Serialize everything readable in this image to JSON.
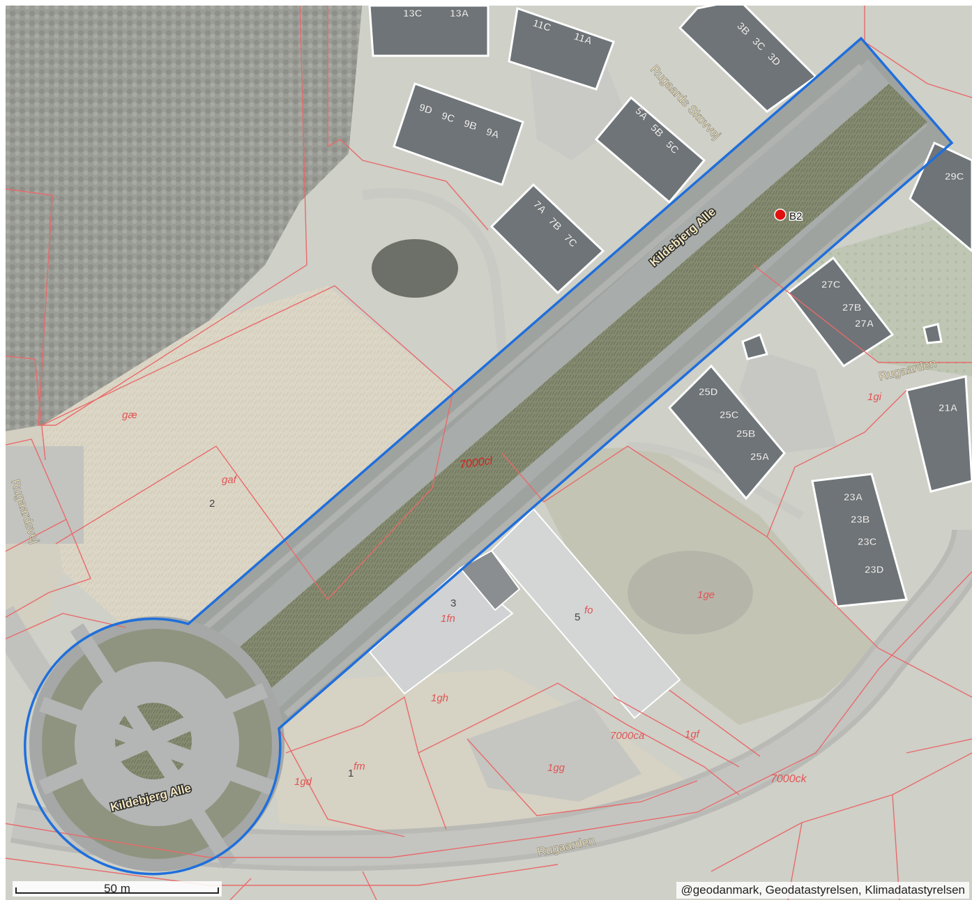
{
  "map": {
    "attribution": "@geodanmark, Geodatastyrelsen, Klimadatastyrelsen",
    "scale_label": "50 m",
    "colors": {
      "selection_outline": "#1f6fdb",
      "parcel_line": "#e86a6a",
      "parcel_label": "#e05555",
      "building_outline": "#ffffff",
      "marker": "#e01010",
      "road_label_halo": "#2a2a2a",
      "road_label_fill": "#f3e7c0"
    },
    "marker": {
      "label": "B2",
      "icon": "red-dot-icon"
    },
    "road_labels": {
      "kildebjerg_top": "Kildebjerg Alle",
      "kildebjerg_bottom": "Kildebjerg Alle",
      "rugaards_skovvej": "Rugaards Skovvej",
      "rugaardsvej": "Rugaardsvej",
      "rugaarden_right": "Rugaarden",
      "rugaarden_bottom": "Rugaarden"
    },
    "parcel_labels": {
      "gae": "gæ",
      "gaf": "gaf",
      "p7000cl": "7000cl",
      "p1fn": "1fn",
      "p1fo": "fo",
      "p1gh": "1gh",
      "p1gd": "1gd",
      "p1fm": "fm",
      "p1gg": "1gg",
      "p7000ca": "7000ca",
      "p1gf": "1gf",
      "p7000ck": "7000ck",
      "p1gi": "1gi",
      "p1ge": "1ge"
    },
    "house_numbers": {
      "n2": "2",
      "n3": "3",
      "n5": "5",
      "n1": "1"
    },
    "building_labels": {
      "b13C": "13C",
      "b13A": "13A",
      "b11C": "11C",
      "b11A": "11A",
      "b3B": "3B",
      "b3C": "3C",
      "b3D": "3D",
      "b9D": "9D",
      "b9C": "9C",
      "b9B": "9B",
      "b9A": "9A",
      "b5A": "5A",
      "b5B": "5B",
      "b5C": "5C",
      "b7A": "7A",
      "b7B": "7B",
      "b7C": "7C",
      "b29C": "29C",
      "b27C": "27C",
      "b27B": "27B",
      "b27A": "27A",
      "b25D": "25D",
      "b25C": "25C",
      "b25B": "25B",
      "b25A": "25A",
      "b21A": "21A",
      "b23A": "23A",
      "b23B": "23B",
      "b23C": "23C",
      "b23D": "23D"
    }
  }
}
